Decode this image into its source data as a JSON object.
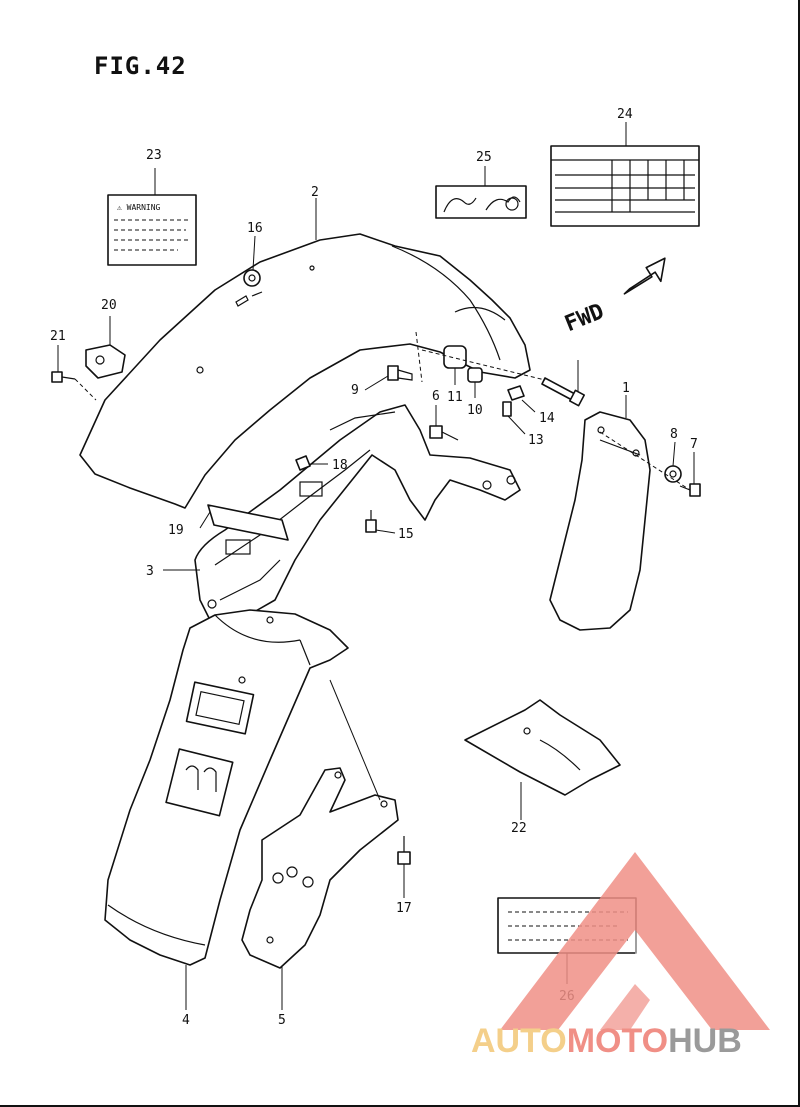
{
  "figure": {
    "title": "FIG.42",
    "fwd_label": "FWD"
  },
  "callouts": [
    "1",
    "2",
    "3",
    "4",
    "5",
    "6",
    "7",
    "8",
    "9",
    "10",
    "11",
    "13",
    "14",
    "15",
    "16",
    "17",
    "18",
    "19",
    "20",
    "21",
    "22",
    "23",
    "24",
    "25",
    "26"
  ],
  "label_23": {
    "heading": "⚠ WARNING"
  },
  "watermark": {
    "part_a": "AUTO",
    "part_b": "MOTO",
    "part_c": "HUB",
    "color_a": "#f4cf8a",
    "color_b": "#f08f86",
    "color_c": "#9a9a9a"
  }
}
